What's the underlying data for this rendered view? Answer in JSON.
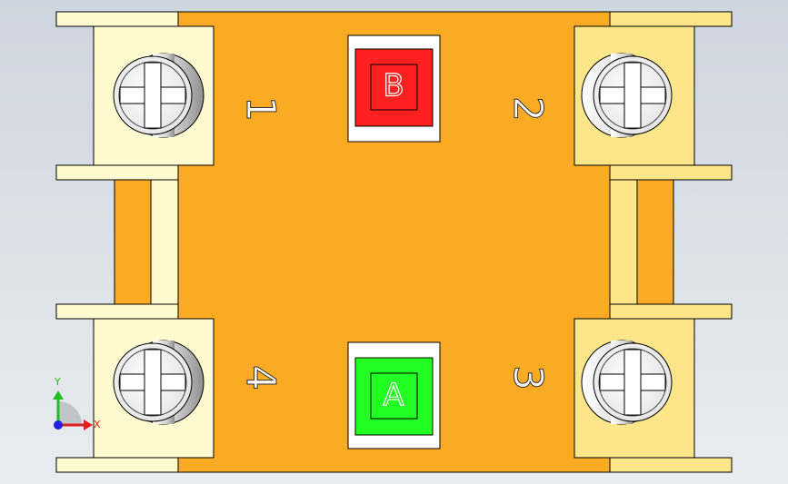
{
  "viewport": {
    "background_top": "#cdd5de",
    "background_bottom": "#e9edf1"
  },
  "colors": {
    "body": "#fbaa24",
    "bracket_left": "#fffad0",
    "bracket_right": "#fde68a",
    "slot": "#fbaa24",
    "button_frame": "#ffffff",
    "button_b": "#ff2020",
    "button_a": "#22ff22",
    "screw_face": "#f4f4f4",
    "screw_cross": "#ffffff"
  },
  "terminals": [
    {
      "id": "1",
      "label": "1"
    },
    {
      "id": "2",
      "label": "2"
    },
    {
      "id": "3",
      "label": "3"
    },
    {
      "id": "4",
      "label": "4"
    }
  ],
  "buttons": [
    {
      "id": "B",
      "label": "B",
      "color": "red"
    },
    {
      "id": "A",
      "label": "A",
      "color": "green"
    }
  ],
  "triad": {
    "x_label": "X",
    "y_label": "Y",
    "x_color": "#e02020",
    "y_color": "#20c020",
    "z_color": "#2020e0"
  }
}
